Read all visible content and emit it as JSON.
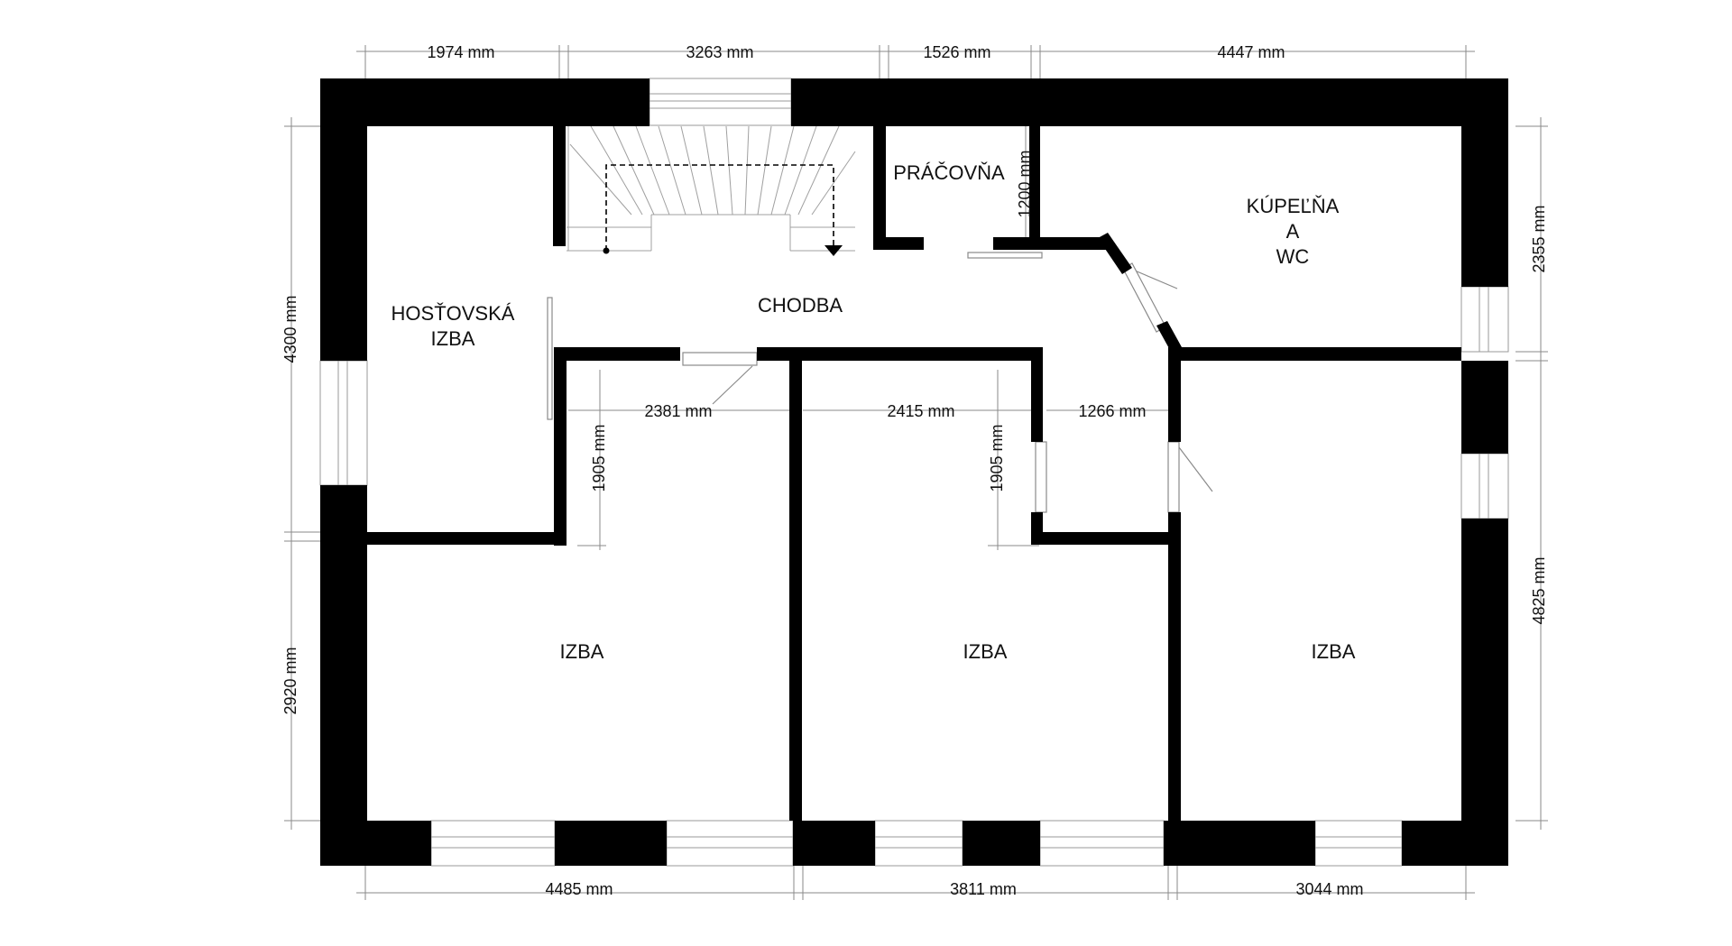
{
  "plan": {
    "rooms": {
      "guest_line1": "HOSŤOVSKÁ",
      "guest_line2": "IZBA",
      "corridor": "CHODBA",
      "study": "PRÁČOVŇA",
      "bath_line1": "KÚPEĽŇA",
      "bath_line2": "A",
      "bath_line3": "WC",
      "room_left": "IZBA",
      "room_mid": "IZBA",
      "room_right": "IZBA"
    },
    "dimensions": {
      "top": [
        "1974 mm",
        "3263 mm",
        "1526 mm",
        "4447 mm"
      ],
      "bottom": [
        "4485 mm",
        "3811 mm",
        "3044 mm"
      ],
      "left": [
        "4300 mm",
        "2920 mm"
      ],
      "right": [
        "2355 mm",
        "4825 mm"
      ],
      "interior": {
        "d2381": "2381 mm",
        "d2415": "2415 mm",
        "d1266": "1266 mm",
        "d1905a": "1905 mm",
        "d1905b": "1905 mm",
        "d1200": "1200 mm"
      }
    },
    "colors": {
      "wall": "#000000",
      "dimension": "#8a8a8a",
      "background": "#ffffff"
    }
  }
}
